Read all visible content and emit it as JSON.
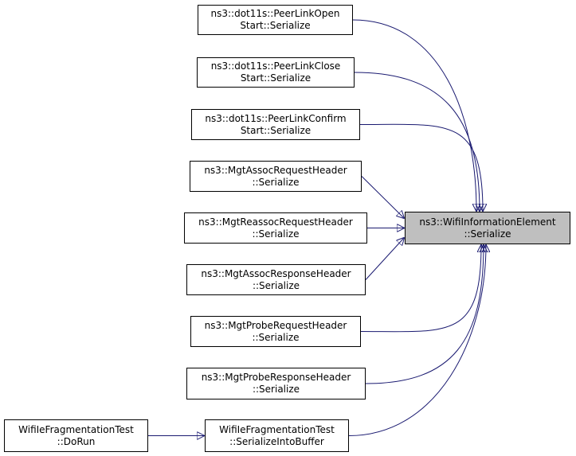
{
  "diagram": {
    "edge_color": "#191970",
    "focus_fill": "#bfbfbf",
    "focus": {
      "id": "wifi-ie-serialize",
      "line1": "ns3::WifiInformationElement",
      "line2": "::Serialize"
    },
    "callers": [
      {
        "id": "peer-link-open",
        "line1": "ns3::dot11s::PeerLinkOpen",
        "line2": "Start::Serialize"
      },
      {
        "id": "peer-link-close",
        "line1": "ns3::dot11s::PeerLinkClose",
        "line2": "Start::Serialize"
      },
      {
        "id": "peer-link-confirm",
        "line1": "ns3::dot11s::PeerLinkConfirm",
        "line2": "Start::Serialize"
      },
      {
        "id": "mgt-assoc-request",
        "line1": "ns3::MgtAssocRequestHeader",
        "line2": "::Serialize"
      },
      {
        "id": "mgt-reassoc-request",
        "line1": "ns3::MgtReassocRequestHeader",
        "line2": "::Serialize"
      },
      {
        "id": "mgt-assoc-response",
        "line1": "ns3::MgtAssocResponseHeader",
        "line2": "::Serialize"
      },
      {
        "id": "mgt-probe-request",
        "line1": "ns3::MgtProbeRequestHeader",
        "line2": "::Serialize"
      },
      {
        "id": "mgt-probe-response",
        "line1": "ns3::MgtProbeResponseHeader",
        "line2": "::Serialize"
      },
      {
        "id": "serialize-into-buffer",
        "line1": "WifiIeFragmentationTest",
        "line2": "::SerializeIntoBuffer"
      }
    ],
    "secondary": [
      {
        "id": "do-run",
        "line1": "WifiIeFragmentationTest",
        "line2": "::DoRun",
        "calls": "serialize-into-buffer"
      }
    ]
  }
}
